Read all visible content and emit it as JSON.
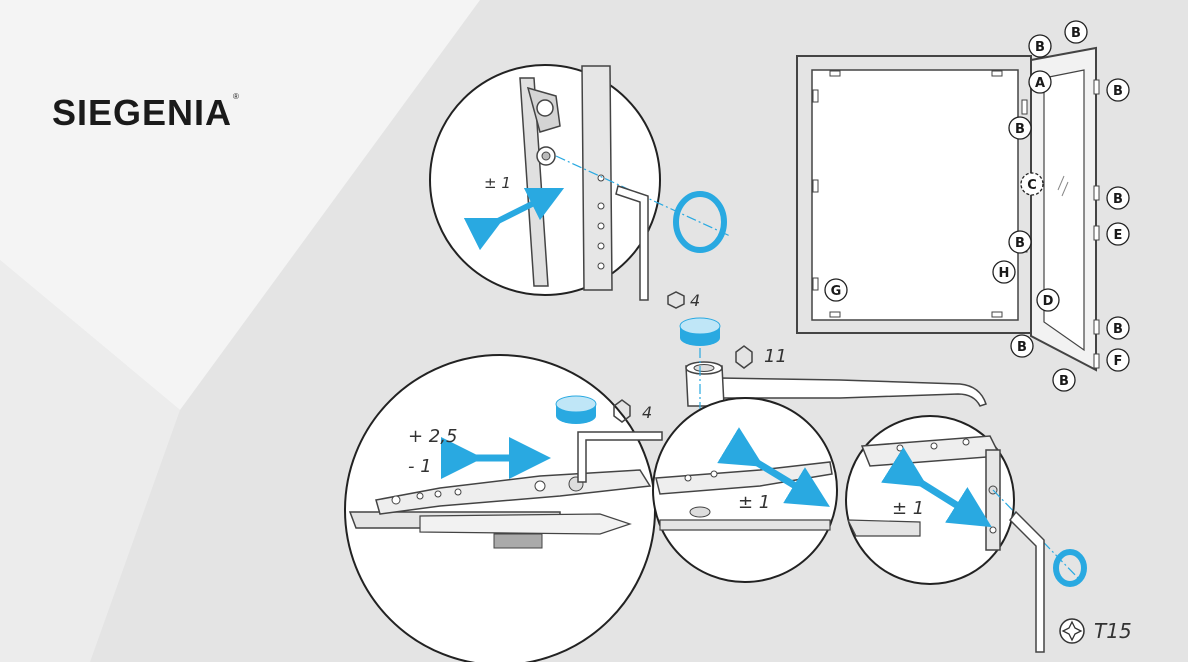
{
  "brand": {
    "name": "SIEGENIA",
    "mark": "®"
  },
  "adjustments": {
    "top_hinge": "± 1",
    "corner_hinge": "± 1",
    "arm_plus": "+ 2,5",
    "arm_minus": "- 1",
    "arm_vertical": "± 1"
  },
  "tools": {
    "hex_small_top": "4",
    "hex_large": "11",
    "hex_small_mid": "4",
    "torx": "T15"
  },
  "window_labels": [
    "B",
    "B",
    "A",
    "B",
    "B",
    "C",
    "B",
    "E",
    "B",
    "H",
    "G",
    "D",
    "B",
    "B",
    "F",
    "B"
  ],
  "colors": {
    "accent": "#29a9e1",
    "line": "#333333",
    "background": "#e4e4e4"
  }
}
